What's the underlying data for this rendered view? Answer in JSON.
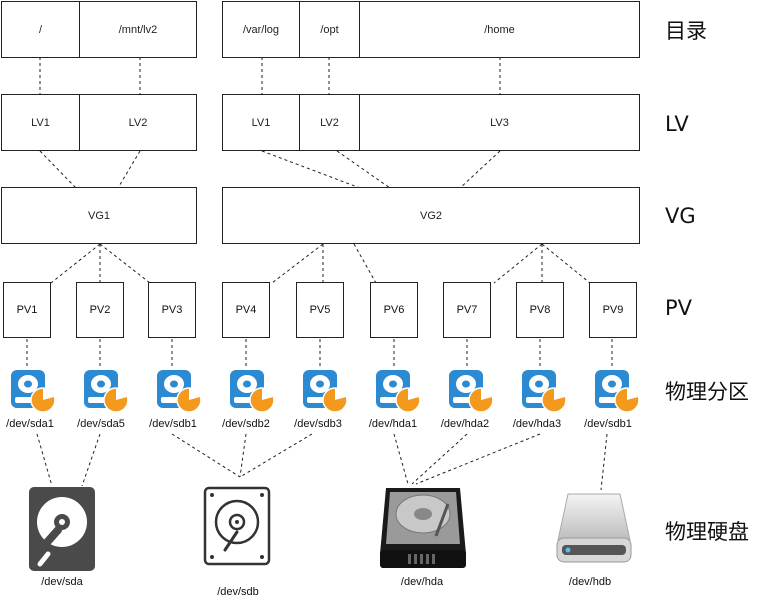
{
  "layers": {
    "dir": "目录",
    "lv": "LV",
    "vg": "VG",
    "pv": "PV",
    "part": "物理分区",
    "disk": "物理硬盘"
  },
  "dirs_left": [
    "/",
    "/mnt/lv2"
  ],
  "dirs_right": [
    "/var/log",
    "/opt",
    "/home"
  ],
  "lvs_left": [
    "LV1",
    "LV2"
  ],
  "lvs_right": [
    "LV1",
    "LV2",
    "LV3"
  ],
  "vgs": [
    "VG1",
    "VG2"
  ],
  "pvs": [
    "PV1",
    "PV2",
    "PV3",
    "PV4",
    "PV5",
    "PV6",
    "PV7",
    "PV8",
    "PV9"
  ],
  "partitions": [
    "/dev/sda1",
    "/dev/sda5",
    "/dev/sdb1",
    "/dev/sdb2",
    "/dev/sdb3",
    "/dev/hda1",
    "/dev/hda2",
    "/dev/hda3",
    "/dev/sdb1"
  ],
  "disks": [
    "/dev/sda",
    "/dev/sdb",
    "/dev/hda",
    "/dev/hdb"
  ],
  "colors": {
    "line": "#222222",
    "partition_blue": "#2b8ad1",
    "partition_orange": "#f39a1e"
  },
  "icons": {
    "partition": "partition-disk-icon",
    "disks": [
      "hdd-dark-icon",
      "hdd-outline-icon",
      "hdd-metal-icon",
      "external-drive-icon"
    ]
  }
}
